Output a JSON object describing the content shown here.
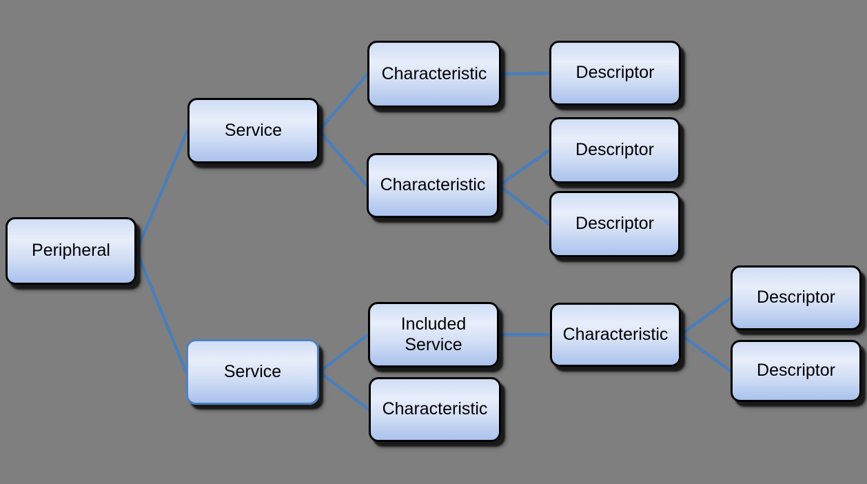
{
  "diagram": {
    "description": "Peripheral / Service / Characteristic / Descriptor hierarchy diagram",
    "colors": {
      "canvas_background": "#7f7f7f",
      "node_border": "#000000",
      "node_border_highlight": "#4f81bd",
      "node_fill_top": "#cfddf4",
      "node_fill_shine": "#e8eefb",
      "node_fill_bottom": "#aac2ed",
      "connector": "#4a7ebb",
      "text": "#000000",
      "shadow": "#000000"
    },
    "nodes": [
      {
        "id": "peripheral",
        "label": "Peripheral"
      },
      {
        "id": "service-1",
        "label": "Service"
      },
      {
        "id": "characteristic-1",
        "label": "Characteristic"
      },
      {
        "id": "descriptor-1",
        "label": "Descriptor"
      },
      {
        "id": "characteristic-2",
        "label": "Characteristic"
      },
      {
        "id": "descriptor-2",
        "label": "Descriptor"
      },
      {
        "id": "descriptor-3",
        "label": "Descriptor"
      },
      {
        "id": "service-2",
        "label": "Service"
      },
      {
        "id": "included-service",
        "label": "Included Service"
      },
      {
        "id": "characteristic-3",
        "label": "Characteristic"
      },
      {
        "id": "characteristic-4",
        "label": "Characteristic"
      },
      {
        "id": "descriptor-4",
        "label": "Descriptor"
      },
      {
        "id": "descriptor-5",
        "label": "Descriptor"
      }
    ],
    "edges": [
      {
        "from": "peripheral",
        "to": "service-1"
      },
      {
        "from": "peripheral",
        "to": "service-2"
      },
      {
        "from": "service-1",
        "to": "characteristic-1"
      },
      {
        "from": "service-1",
        "to": "characteristic-2"
      },
      {
        "from": "characteristic-1",
        "to": "descriptor-1"
      },
      {
        "from": "characteristic-2",
        "to": "descriptor-2"
      },
      {
        "from": "characteristic-2",
        "to": "descriptor-3"
      },
      {
        "from": "service-2",
        "to": "included-service"
      },
      {
        "from": "service-2",
        "to": "characteristic-3"
      },
      {
        "from": "included-service",
        "to": "characteristic-4"
      },
      {
        "from": "characteristic-4",
        "to": "descriptor-4"
      },
      {
        "from": "characteristic-4",
        "to": "descriptor-5"
      }
    ]
  }
}
